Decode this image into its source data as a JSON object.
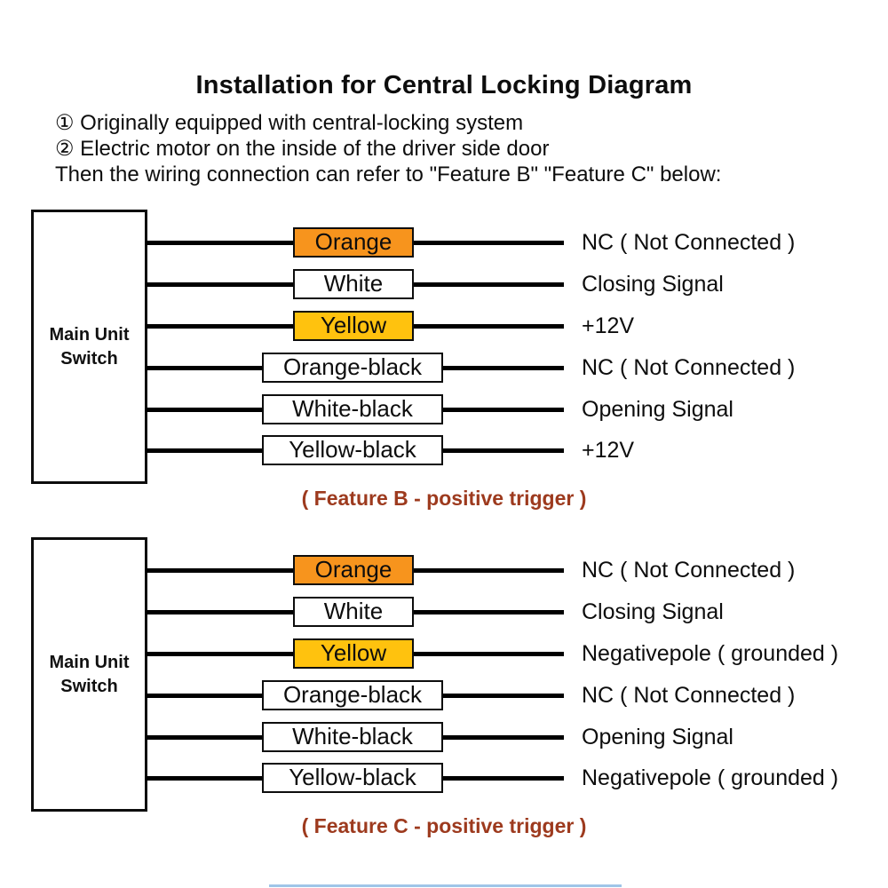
{
  "page": {
    "title": "Installation for Central Locking Diagram"
  },
  "notes": [
    "① Originally equipped with central-locking system",
    "② Electric motor on the inside of the driver side door",
    "Then the wiring connection can refer to \"Feature B\" \"Feature C\" below:"
  ],
  "colors": {
    "orange_fill": "#F7941D",
    "yellow_fill": "#FFC20E",
    "white_fill": "#FFFFFF",
    "caption_text": "#9D3A1E",
    "wire": "#000000"
  },
  "diagrams": [
    {
      "name": "Feature B",
      "switch_label": "Main Unit\nSwitch",
      "caption": "( Feature B - positive trigger )",
      "rows": [
        {
          "wire": "Orange",
          "fill": "#F7941D",
          "signal": "NC ( Not Connected )"
        },
        {
          "wire": "White",
          "fill": "#FFFFFF",
          "signal": "Closing Signal"
        },
        {
          "wire": "Yellow",
          "fill": "#FFC20E",
          "signal": "+12V"
        },
        {
          "wire": "Orange-black",
          "fill": "#FFFFFF",
          "signal": "NC ( Not Connected )"
        },
        {
          "wire": "White-black",
          "fill": "#FFFFFF",
          "signal": "Opening Signal"
        },
        {
          "wire": "Yellow-black",
          "fill": "#FFFFFF",
          "signal": "+12V"
        }
      ]
    },
    {
      "name": "Feature C",
      "switch_label": "Main Unit\nSwitch",
      "caption": "( Feature C - positive trigger )",
      "rows": [
        {
          "wire": "Orange",
          "fill": "#F7941D",
          "signal": "NC ( Not Connected )"
        },
        {
          "wire": "White",
          "fill": "#FFFFFF",
          "signal": "Closing Signal"
        },
        {
          "wire": "Yellow",
          "fill": "#FFC20E",
          "signal": "Negativepole ( grounded )"
        },
        {
          "wire": "Orange-black",
          "fill": "#FFFFFF",
          "signal": "NC ( Not Connected )"
        },
        {
          "wire": "White-black",
          "fill": "#FFFFFF",
          "signal": "Opening Signal"
        },
        {
          "wire": "Yellow-black",
          "fill": "#FFFFFF",
          "signal": "Negativepole ( grounded )"
        }
      ]
    }
  ]
}
